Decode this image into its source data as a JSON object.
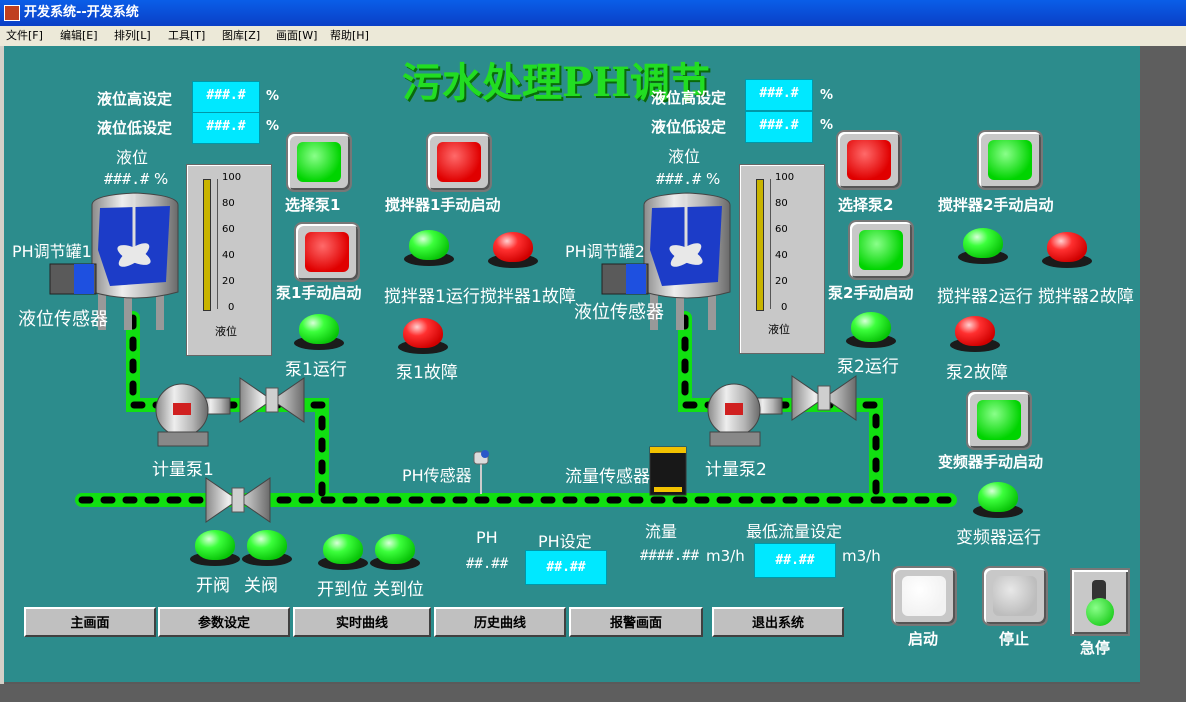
{
  "window": {
    "title": "开发系统--开发系统"
  },
  "menu": [
    "文件[F]",
    "编辑[E]",
    "排列[L]",
    "工具[T]",
    "图库[Z]",
    "画面[W]",
    "帮助[H]"
  ],
  "main_title": "污水处理PH调节",
  "tank1": {
    "high_label": "液位高设定",
    "high_value": "###.#",
    "low_label": "液位低设定",
    "low_value": "###.#",
    "pct": "%",
    "level_label": "液位",
    "level_value": "###.#",
    "level_unit": "%",
    "name": "PH调节罐1",
    "sensor": "液位传感器"
  },
  "tank2": {
    "high_label": "液位高设定",
    "high_value": "###.#",
    "low_label": "液位低设定",
    "low_value": "###.#",
    "pct": "%",
    "level_label": "液位",
    "level_value": "###.#",
    "level_unit": "%",
    "name": "PH调节罐2",
    "sensor": "液位传感器"
  },
  "gauge": {
    "ticks": [
      "100",
      "80",
      "60",
      "40",
      "20",
      "0"
    ],
    "label": "液位"
  },
  "buttons": {
    "select_pump1": "选择泵1",
    "mixer1_manual": "搅拌器1手动启动",
    "pump1_manual": "泵1手动启动",
    "select_pump2": "选择泵2",
    "mixer2_manual": "搅拌器2手动启动",
    "pump2_manual": "泵2手动启动",
    "vfd_manual": "变频器手动启动",
    "start": "启动",
    "stop": "停止",
    "estop": "急停"
  },
  "indicators": {
    "mixer1_run": "搅拌器1运行",
    "mixer1_fault": "搅拌器1故障",
    "pump1_run": "泵1运行",
    "pump1_fault": "泵1故障",
    "mixer2_run": "搅拌器2运行",
    "mixer2_fault": "搅拌器2故障",
    "pump2_run": "泵2运行",
    "pump2_fault": "泵2故障",
    "vfd_run": "变频器运行",
    "valve_open": "开阀",
    "valve_close": "关阀",
    "open_pos": "开到位",
    "close_pos": "关到位"
  },
  "process": {
    "meter_pump1": "计量泵1",
    "meter_pump2": "计量泵2",
    "ph_sensor": "PH传感器",
    "flow_sensor": "流量传感器",
    "ph_label": "PH",
    "ph_value": "##.##",
    "ph_set_label": "PH设定",
    "ph_set_value": "##.##",
    "flow_label": "流量",
    "flow_value": "####.##",
    "flow_unit": "m3/h",
    "min_flow_label": "最低流量设定",
    "min_flow_value": "##.##",
    "min_flow_unit": "m3/h"
  },
  "nav": [
    "主画面",
    "参数设定",
    "实时曲线",
    "历史曲线",
    "报警画面",
    "退出系统"
  ],
  "colors": {
    "background": "#2c8c8c",
    "pipe": "#11e011",
    "cyan_box": "#00e8ff",
    "title": "#22dd22"
  }
}
